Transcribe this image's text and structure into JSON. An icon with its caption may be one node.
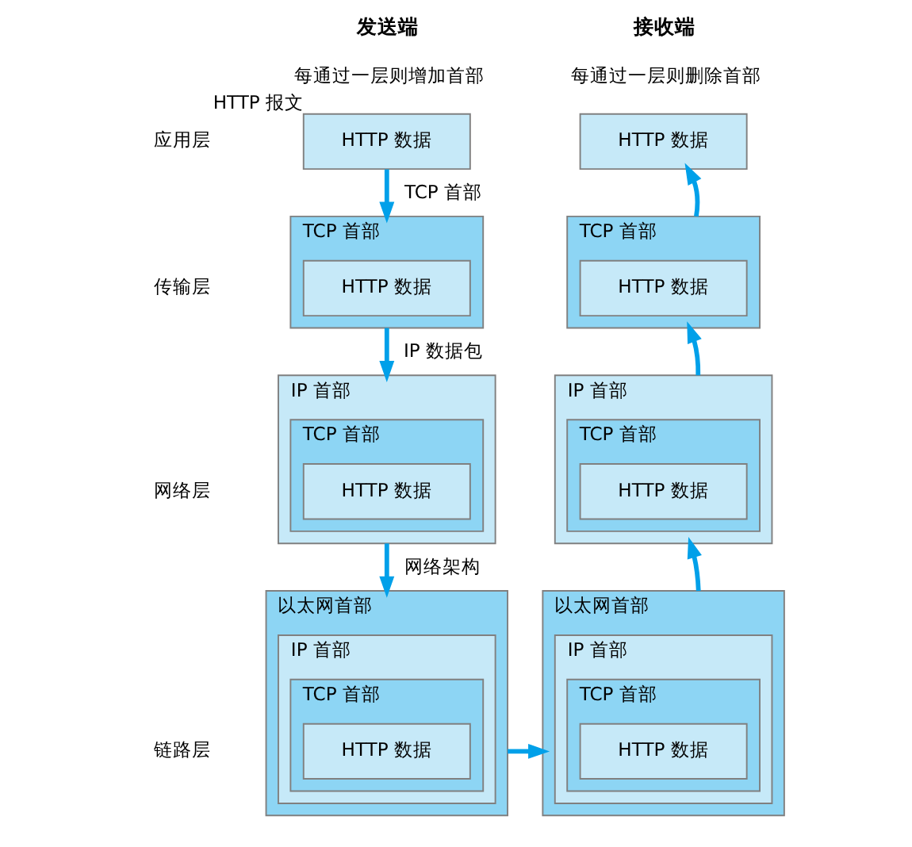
{
  "diagram": {
    "nodes": [
      {
        "text": [
          "HTTP 数据"
        ],
        "beside": [
          "HTTP 报文"
        ]
      },
      {
        "text": [
          "HTTP 数据"
        ]
      },
      {
        "text": [
          "TCP 首部"
        ]
      },
      {
        "text": [
          "HTTP 数据"
        ],
        "in": 2
      },
      {
        "text": [
          "TCP 首部"
        ]
      },
      {
        "text": [
          "HTTP 数据"
        ],
        "in": 4
      },
      {
        "text": [
          "IP 首部"
        ]
      },
      {
        "text": [
          "TCP 首部"
        ],
        "in": 6
      },
      {
        "text": [
          "HTTP 数据"
        ],
        "in": 7
      },
      {
        "text": [
          "IP 首部"
        ]
      },
      {
        "text": [
          "TCP 首部"
        ],
        "in": 9
      },
      {
        "text": [
          "HTTP 数据"
        ],
        "in": 10
      },
      {
        "text": [
          "以太网首部"
        ]
      },
      {
        "text": [
          "IP 首部"
        ],
        "in": 12
      },
      {
        "text": [
          "TCP 首部"
        ],
        "in": 13
      },
      {
        "text": [
          "HTTP 数据"
        ],
        "in": 14
      },
      {
        "text": [
          "以太网首部"
        ]
      },
      {
        "text": [
          "IP 首部"
        ],
        "in": 16
      },
      {
        "text": [
          "TCP 首部"
        ],
        "in": 17
      },
      {
        "text": [
          "HTTP 数据"
        ],
        "in": 18
      }
    ],
    "edges": [
      {
        "from": 0,
        "to": 2,
        "arrow": "to",
        "label": "TCP 首部"
      },
      {
        "from": 2,
        "to": 6,
        "arrow": "to",
        "label": "IP 数据包"
      },
      {
        "from": 6,
        "to": 12,
        "arrow": "to",
        "label": "网络架构"
      },
      {
        "from": 12,
        "to": 16,
        "arrow": "to"
      },
      {
        "from": 16,
        "to": 9,
        "arrow": "to"
      },
      {
        "from": 9,
        "to": 4,
        "arrow": "to"
      },
      {
        "from": 4,
        "to": 1,
        "arrow": "to"
      }
    ],
    "labels": [
      "发送端",
      "每通过一层则增加首部",
      "接收端",
      "每通过一层则删除首部",
      "应用层",
      "传输层",
      "网络层",
      "链路层"
    ]
  }
}
